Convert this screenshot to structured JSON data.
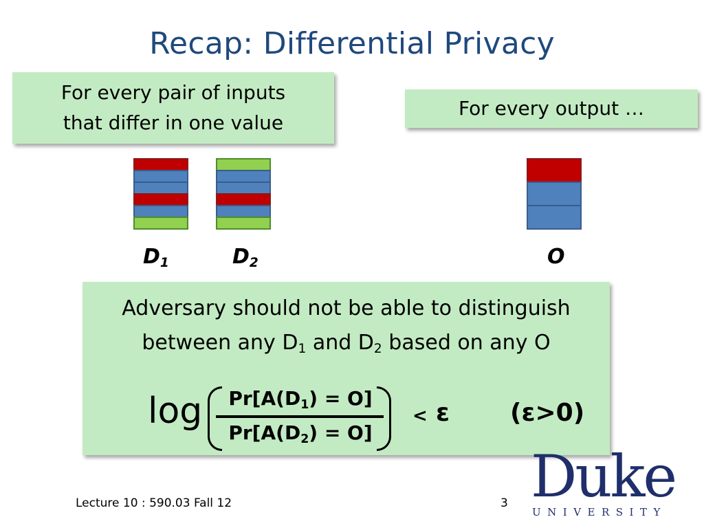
{
  "slide": {
    "title": "Recap: Differential Privacy",
    "box_inputs": {
      "line1": "For every pair of inputs",
      "line2": "that differ in one value"
    },
    "box_output": "For every output …",
    "labels": {
      "d1_main": "D",
      "d1_sub": "1",
      "d2_main": "D",
      "d2_sub": "2",
      "o": "O"
    },
    "claim": {
      "line1": "Adversary should not be able to distinguish",
      "line2_a": "between any D",
      "line2_sub1": "1",
      "line2_b": " and D",
      "line2_sub2": "2",
      "line2_c": " based on any O"
    },
    "formula": {
      "log": "log",
      "num_a": "Pr[A(D",
      "num_sub": "1",
      "num_b": ") = O]",
      "den_a": "Pr[A(D",
      "den_sub": "2",
      "den_b": ") = O]",
      "lt": "<",
      "epsilon": "ε",
      "condition": "(ε>0)"
    },
    "footer": "Lecture 10 : 590.03 Fall 12",
    "page_number": "3",
    "logo": {
      "word": "Duke",
      "sub": "UNIVERSITY"
    },
    "colors": {
      "title": "#1f497d",
      "box": "#c3ebc3",
      "red": "#c00000",
      "blue": "#4f81bd",
      "green": "#92d050",
      "logo": "#1f2f6b"
    },
    "databases": {
      "d1_rows": [
        "red",
        "blue",
        "blue",
        "red",
        "blue",
        "green"
      ],
      "d2_rows": [
        "green",
        "blue",
        "blue",
        "red",
        "blue",
        "green"
      ],
      "o_rows": [
        "red",
        "blue",
        "blue"
      ]
    }
  }
}
